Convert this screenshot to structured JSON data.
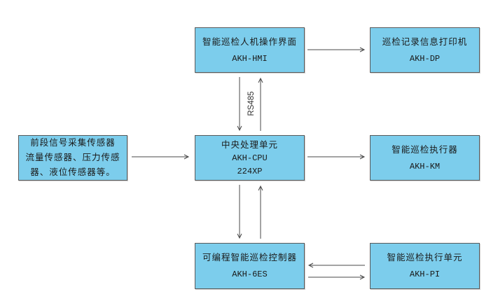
{
  "diagram": {
    "background": "#ffffff",
    "box_fill": "#7ccdec",
    "box_border": "#5a5a5a",
    "arrow_color": "#4a4a4a",
    "bus_label": "RS485"
  },
  "boxes": {
    "hmi": {
      "title": "智能巡检人机操作界面",
      "model": "AKH-HMI"
    },
    "printer": {
      "title": "巡检记录信息打印机",
      "model": "AKH-DP"
    },
    "sensors": {
      "lines": [
        "前段信号采集传感器",
        "流量传感器、压力传感",
        "器、液位传感器等。"
      ]
    },
    "cpu": {
      "title": "中央处理单元",
      "model": "AKH-CPU",
      "model2": "224XP"
    },
    "actuator": {
      "title": "智能巡检执行器",
      "model": "AKH-KM"
    },
    "controller": {
      "title": "可编程智能巡检控制器",
      "model": "AKH-6ES"
    },
    "exec_unit": {
      "title": "智能巡检执行单元",
      "model": "AKH-PI"
    }
  }
}
